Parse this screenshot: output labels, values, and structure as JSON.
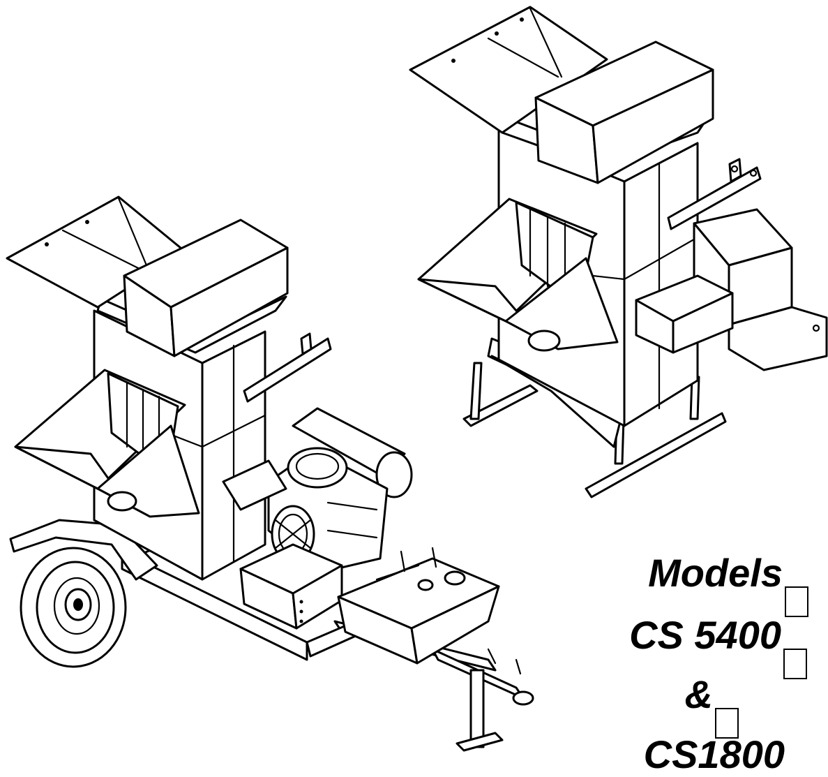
{
  "cover": {
    "title_line_1": "Models",
    "title_line_2": "CS 5400",
    "title_line_3": "&",
    "title_line_4": "CS1800",
    "placeholder_glyph": "□"
  },
  "illustration": {
    "trailer_machine": "trailer-mounted-machine-drawing",
    "stationary_machine": "stationary-machine-drawing"
  },
  "colors": {
    "ink": "#000000",
    "paper": "#ffffff"
  }
}
